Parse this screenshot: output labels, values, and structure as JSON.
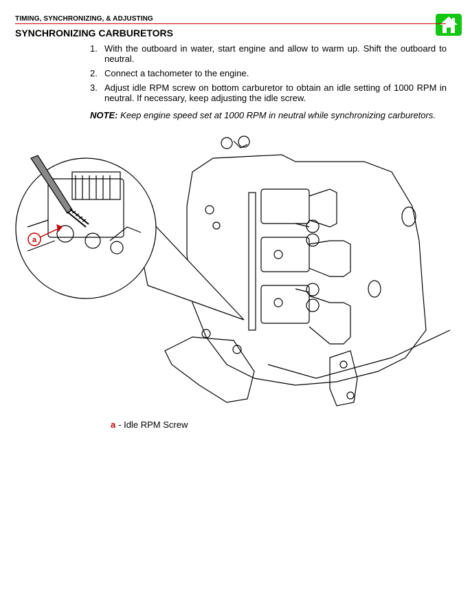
{
  "header": {
    "running_head": "TIMING, SYNCHRONIZING, & ADJUSTING",
    "home_icon": "home-icon",
    "accent_color": "#cc0000",
    "home_color": "#12c612"
  },
  "section": {
    "title": "SYNCHRONIZING CARBURETORS"
  },
  "steps": [
    {
      "num": "1.",
      "text": "With the outboard in water, start engine and allow to warm up. Shift the outboard to neutral."
    },
    {
      "num": "2.",
      "text": "Connect a tachometer to the engine."
    },
    {
      "num": "3.",
      "text": "Adjust idle RPM screw on bottom carburetor to obtain an idle setting of 1000 RPM in neutral. If necessary, keep adjusting the idle screw."
    }
  ],
  "note": {
    "label": "NOTE:",
    "text": "Keep engine speed set at 1000 RPM in neutral while synchronizing carburetors."
  },
  "figure": {
    "callout": "a"
  },
  "caption": {
    "letter": "a",
    "text": "- Idle RPM Screw"
  }
}
